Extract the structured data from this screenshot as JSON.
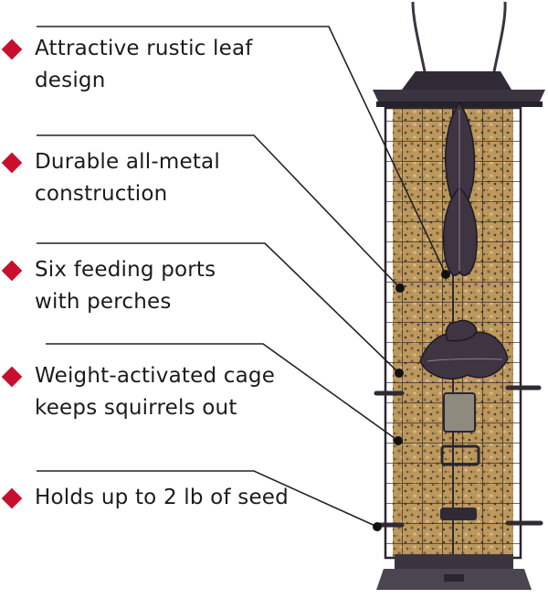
{
  "features": [
    {
      "line1": "Attractive rustic leaf",
      "line2": "design"
    },
    {
      "line1": "Durable all-metal",
      "line2": "construction"
    },
    {
      "line1": "Six feeding ports",
      "line2": "with perches"
    },
    {
      "line1": "Weight-activated cage",
      "line2": "keeps squirrels out"
    },
    {
      "line1": "Holds up to 2 lb of seed",
      "line2": ""
    }
  ],
  "colors": {
    "accent": "#c8102e",
    "text": "#1b1b1b",
    "metal": "#3b3440",
    "seed": "#b48a46"
  },
  "icons": [
    "bullet-diamond-icon",
    "callout-dot-icon"
  ]
}
